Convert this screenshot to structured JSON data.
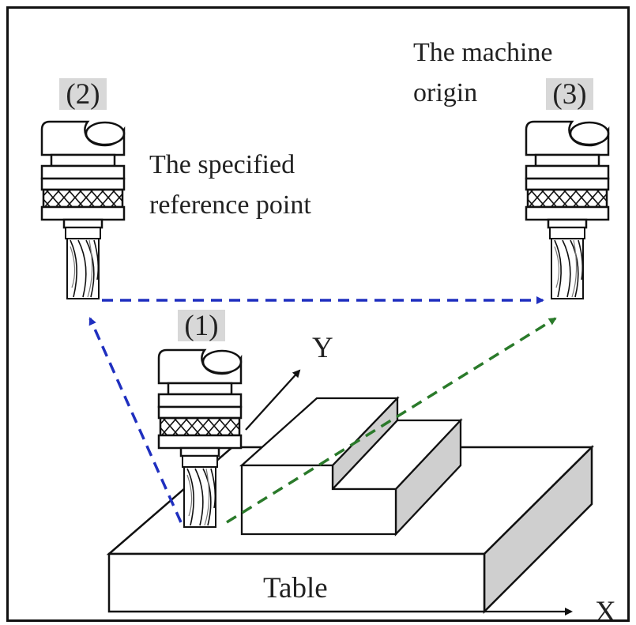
{
  "labels": {
    "tool1_number": "(1)",
    "tool2_number": "(2)",
    "tool3_number": "(3)",
    "machine_origin_line1": "The machine",
    "machine_origin_line2": "origin",
    "reference_point_line1": "The specified",
    "reference_point_line2": "reference point",
    "y_axis": "Y",
    "x_axis": "X",
    "table": "Table"
  },
  "colors": {
    "reference_path": "#1f2fbf",
    "origin_path": "#2a7a2a",
    "number_badge": "#d8d8d8",
    "shaded_face": "#cfcfcf",
    "outline": "#111111"
  }
}
